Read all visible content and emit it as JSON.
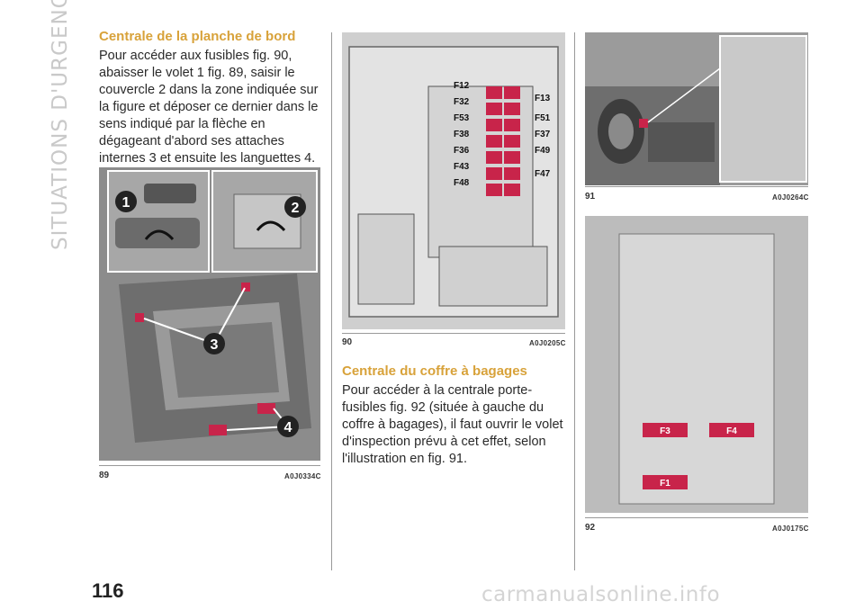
{
  "side_title": "SITUATIONS D'URGENCE",
  "page_number": "116",
  "watermark": "carmanualsonline.info",
  "section1": {
    "title": "Centrale de la planche de bord",
    "body": "Pour accéder aux fusibles fig. 90, abaisser le volet 1 fig. 89, saisir le couvercle 2 dans la zone indiquée sur la figure et déposer ce dernier dans le sens indiqué par la flèche en dégageant d'abord ses attaches internes 3 et ensuite les languettes 4."
  },
  "section2": {
    "title": "Centrale du coffre à bagages",
    "body": "Pour accéder à la centrale porte-fusibles fig. 92 (située à gauche du coffre à bagages), il faut ouvrir le volet d'inspection prévu à cet effet, selon l'illustration en fig. 91."
  },
  "figures": {
    "fig89": {
      "number": "89",
      "code": "A0J0334C",
      "callouts": [
        "1",
        "2",
        "3",
        "4"
      ]
    },
    "fig90": {
      "number": "90",
      "code": "A0J0205C",
      "left_labels": [
        "F12",
        "F32",
        "F53",
        "F38",
        "F36",
        "F43",
        "F48"
      ],
      "right_labels": [
        "F13",
        "F51",
        "F37",
        "F49",
        "F47"
      ]
    },
    "fig91": {
      "number": "91",
      "code": "A0J0264C"
    },
    "fig92": {
      "number": "92",
      "code": "A0J0175C",
      "labels": [
        "F3",
        "F4",
        "F1"
      ]
    }
  },
  "colors": {
    "accent": "#d8a23a",
    "fuse_red": "#c8244a",
    "figure_grey": "#8a8a8a"
  }
}
